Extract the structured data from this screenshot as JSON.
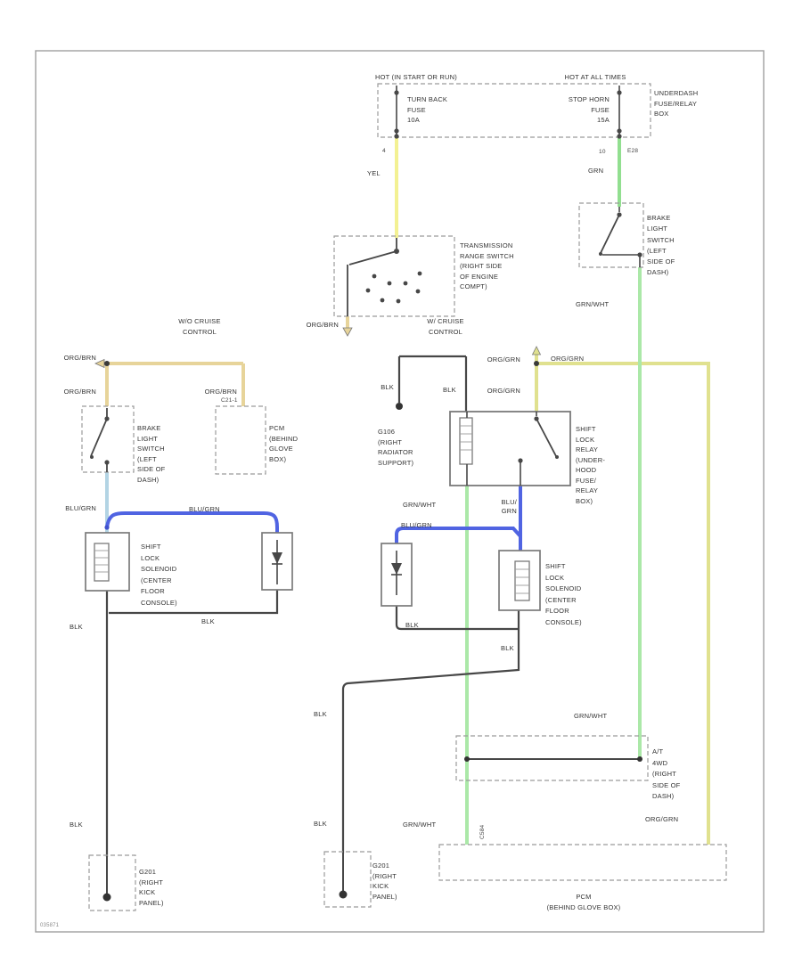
{
  "colors": {
    "yel": "#f3f193",
    "org_brn": "#e7d49a",
    "org_grn": "#e0e18f",
    "grn": "#92df90",
    "grn_wht": "#abe8a8",
    "blu_grn": "#5064e2",
    "blu_lt": "#b3d4e4",
    "blk": "#474747"
  },
  "power": {
    "header_left": "HOT (IN START OR RUN)",
    "header_right": "HOT AT ALL TIMES",
    "fusebox_label": "UNDERDASH\nFUSE/RELAY\nBOX",
    "fuse_turn_back": "TURN BACK\nFUSE\n10A",
    "fuse_stop_horn": "STOP HORN\nFUSE\n15A",
    "pin_left": "4",
    "wire_left": "YEL",
    "pin_right": "10",
    "conn_right": "E28",
    "wire_right": "GRN"
  },
  "range_switch": {
    "label": "TRANSMISSION\nRANGE SWITCH\n(RIGHT SIDE\nOF ENGINE\nCOMPT)",
    "out_wire": "ORG/BRN"
  },
  "sections": {
    "without_cruise": "W/O CRUISE\nCONTROL",
    "with_cruise": "W/ CRUISE\nCONTROL"
  },
  "wo": {
    "in_wire": "ORG/BRN",
    "brake_wire": "ORG/BRN",
    "pcm_wire": "ORG/BRN",
    "brake_switch": "BRAKE\nLIGHT\nSWITCH\n(LEFT\nSIDE OF\nDASH)",
    "pcm_conn": "C21-1",
    "pcm": "PCM\n(BEHIND\nGLOVE\nBOX)",
    "sol_in_wire": "BLU/GRN",
    "jumper_wire": "BLU/GRN",
    "solenoid": "SHIFT\nLOCK\nSOLENOID\n(CENTER\nFLOOR\nCONSOLE)",
    "gnd_wire1": "BLK",
    "gnd_wire2": "BLK",
    "gnd_wire3": "BLK",
    "ground": "G201\n(RIGHT\nKICK\nPANEL)"
  },
  "mid": {
    "coil_gnd1": "BLK",
    "coil_gnd2": "BLK",
    "ground1": "G106\n(RIGHT\nRADIATOR\nSUPPORT)",
    "sw_in": "ORG/GRN",
    "sw_run": "ORG/GRN",
    "sw_drop": "ORG/GRN",
    "relay": "SHIFT\nLOCK\nRELAY\n(UNDER-\nHOOD\nFUSE/\nRELAY\nBOX)",
    "relay_out": "GRN/WHT",
    "sol_wire": "BLU/\nGRN",
    "sol_run": "BLU/GRN",
    "solenoid": "SHIFT\nLOCK\nSOLENOID\n(CENTER\nFLOOR\nCONSOLE)",
    "blk1": "BLK",
    "blk2": "BLK",
    "blk3": "BLK",
    "blk4": "BLK",
    "ground2": "G201\n(RIGHT\nKICK\nPANEL)"
  },
  "right": {
    "brake_switch": "BRAKE\nLIGHT\nSWITCH\n(LEFT\nSIDE OF\nDASH)",
    "out1": "GRN/WHT",
    "out2": "GRN/WHT",
    "junction": "A/T\n4WD\n(RIGHT\nSIDE OF\nDASH)",
    "pcm_wire": "GRN/WHT",
    "pcm_conn": "C584",
    "pcm_wire2": "ORG/GRN",
    "pcm": "PCM\n(BEHIND GLOVE BOX)"
  },
  "footer": {
    "code": "035871"
  }
}
